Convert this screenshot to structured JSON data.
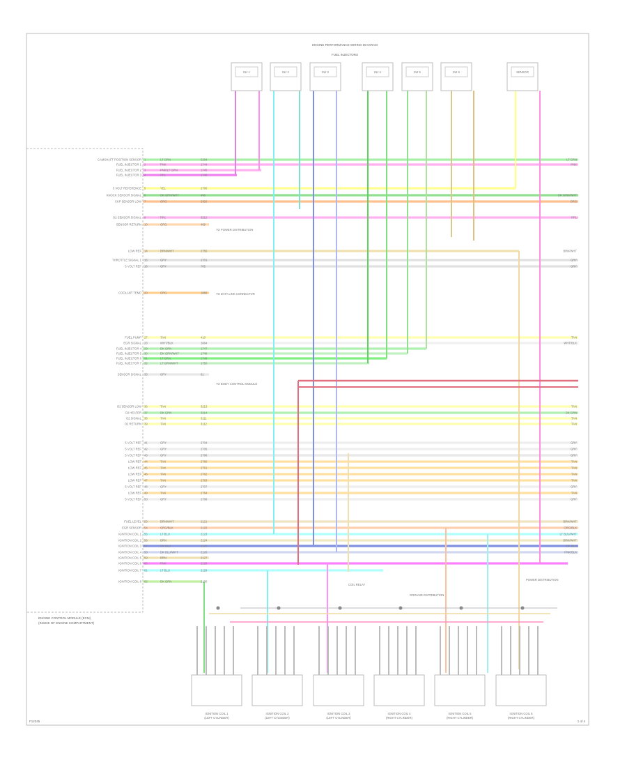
{
  "title": "ENGINE PERFORMANCE WIRING DIAGRAM",
  "page_marker": "1 of 4",
  "module": {
    "name": "ENGINE CONTROL MODULE (ECM)",
    "sub": "(INSIDE OF ENGINE COMPARTMENT)"
  },
  "top_group_label": "FUEL INJECTORS",
  "top_connectors": [
    {
      "label": "INJ 1"
    },
    {
      "label": "INJ 2"
    },
    {
      "label": "INJ 3"
    },
    {
      "label": "INJ 4"
    },
    {
      "label": "INJ 5"
    },
    {
      "label": "INJ 6"
    },
    {
      "label": "SENSOR"
    }
  ],
  "rows": [
    {
      "pin": "1",
      "name": "CAMSHAFT POSITION SENSOR",
      "wire": "LT GRN",
      "circuit": "5284",
      "color": "#a8f0a8",
      "right": "LT GRN"
    },
    {
      "pin": "2",
      "name": "FUEL INJECTOR 1",
      "wire": "PNK",
      "circuit": "1744",
      "color": "#ffb0f0",
      "right": "PNK"
    },
    {
      "pin": "3",
      "name": "FUEL INJECTOR 2",
      "wire": "PNK/LT GRN",
      "circuit": "1745",
      "color": "#ffb0f0",
      "right": ""
    },
    {
      "pin": "4",
      "name": "FUEL INJECTOR 3",
      "wire": "PPL",
      "circuit": "1746",
      "color": "#f080f0",
      "right": ""
    },
    {
      "pin": "5",
      "name": "5 VOLT REFERENCE",
      "wire": "YEL",
      "circuit": "2700",
      "color": "#ffff90",
      "right": ""
    },
    {
      "pin": "6",
      "name": "KNOCK SENSOR SIGNAL",
      "wire": "DK GRN/WHT",
      "circuit": "496",
      "color": "#90e090",
      "right": "DK GRN/WHT"
    },
    {
      "pin": "7",
      "name": "CKP SENSOR LOW",
      "wire": "ORG",
      "circuit": "2302",
      "color": "#ffc090",
      "right": "ORG"
    },
    {
      "pin": "9",
      "name": "O2 SENSOR SIGNAL",
      "wire": "PPL",
      "circuit": "3212",
      "color": "#ffb0f0",
      "right": "PPL"
    },
    {
      "pin": "10",
      "name": "SENSOR RETURN",
      "wire": "ORG",
      "circuit": "469",
      "color": "#ffd8b0",
      "right": ""
    },
    {
      "pin": "14",
      "name": "LOW REF",
      "wire": "BRN/WHT",
      "circuit": "2755",
      "color": "#f0e0b0",
      "right": "BRN/WHT"
    },
    {
      "pin": "15",
      "name": "THROTTLE SIGNAL 1",
      "wire": "GRY",
      "circuit": "2701",
      "color": "#e0e0e0",
      "right": "GRY"
    },
    {
      "pin": "16",
      "name": "5 VOLT REF",
      "wire": "GRY",
      "circuit": "705",
      "color": "#e0e0e0",
      "right": "GRY"
    },
    {
      "pin": "20",
      "name": "COOLANT TEMP",
      "wire": "ORG",
      "circuit": "1868",
      "color": "#ffd090",
      "right": ""
    },
    {
      "pin": "27",
      "name": "FUEL PUMP",
      "wire": "TAN",
      "circuit": "410",
      "color": "#ffffb0",
      "right": "TAN"
    },
    {
      "pin": "28",
      "name": "EGR SIGNAL",
      "wire": "WHT/BLK",
      "circuit": "1664",
      "color": "#f0f0f0",
      "right": "WHT/BLK"
    },
    {
      "pin": "29",
      "name": "FUEL INJECTOR 4",
      "wire": "DK GRN",
      "circuit": "1747",
      "color": "#b0f0b0",
      "right": ""
    },
    {
      "pin": "30",
      "name": "FUEL INJECTOR 5",
      "wire": "DK GRN/WHT",
      "circuit": "1748",
      "color": "#c0f0c0",
      "right": ""
    },
    {
      "pin": "31",
      "name": "FUEL INJECTOR 6",
      "wire": "LT GRN",
      "circuit": "1749",
      "color": "#80f080",
      "right": ""
    },
    {
      "pin": "32",
      "name": "FUEL INJECTOR 7",
      "wire": "LT GRN/WHT",
      "circuit": "1750",
      "color": "#c0f0c0",
      "right": ""
    },
    {
      "pin": "33",
      "name": "SENSOR SIGNAL",
      "wire": "GRY",
      "circuit": "61",
      "color": "#e8e8e8",
      "right": ""
    },
    {
      "pin": "36",
      "name": "O2 SENSOR LOW",
      "wire": "TAN",
      "circuit": "3213",
      "color": "#ffffb0",
      "right": "TAN"
    },
    {
      "pin": "37",
      "name": "O2 HEATER",
      "wire": "DK GRN",
      "circuit": "3214",
      "color": "#b0f0b0",
      "right": "DK GRN"
    },
    {
      "pin": "38",
      "name": "O2 SIGNAL",
      "wire": "TAN",
      "circuit": "3111",
      "color": "#ffffb0",
      "right": "TAN"
    },
    {
      "pin": "39",
      "name": "O2 RETURN",
      "wire": "TAN",
      "circuit": "3112",
      "color": "#ffffb0",
      "right": "TAN"
    },
    {
      "pin": "41",
      "name": "5 VOLT REF",
      "wire": "GRY",
      "circuit": "2704",
      "color": "#eeeeee",
      "right": "GRY"
    },
    {
      "pin": "42",
      "name": "5 VOLT REF",
      "wire": "GRY",
      "circuit": "2705",
      "color": "#eeeeee",
      "right": "GRY"
    },
    {
      "pin": "43",
      "name": "5 VOLT REF",
      "wire": "GRY",
      "circuit": "2706",
      "color": "#e8e8e8",
      "right": "GRY"
    },
    {
      "pin": "44",
      "name": "LOW REF",
      "wire": "TAN",
      "circuit": "2760",
      "color": "#ffe0a0",
      "right": "TAN"
    },
    {
      "pin": "45",
      "name": "LOW REF",
      "wire": "TAN",
      "circuit": "2761",
      "color": "#ffe0a0",
      "right": "TAN"
    },
    {
      "pin": "46",
      "name": "LOW REF",
      "wire": "TAN",
      "circuit": "2762",
      "color": "#ffe0a0",
      "right": "TAN"
    },
    {
      "pin": "47",
      "name": "LOW REF",
      "wire": "TAN",
      "circuit": "2763",
      "color": "#ffe0a0",
      "right": "TAN"
    },
    {
      "pin": "48",
      "name": "5 VOLT REF",
      "wire": "GRY",
      "circuit": "2707",
      "color": "#eeeeee",
      "right": "GRY"
    },
    {
      "pin": "49",
      "name": "LOW REF",
      "wire": "TAN",
      "circuit": "2764",
      "color": "#ffe0a0",
      "right": "TAN"
    },
    {
      "pin": "50",
      "name": "5 VOLT REF",
      "wire": "GRY",
      "circuit": "2708",
      "color": "#eeeeee",
      "right": "GRY"
    },
    {
      "pin": "53",
      "name": "FUEL LEVEL",
      "wire": "BRN/WHT",
      "circuit": "2121",
      "color": "#f0e4c0",
      "right": "BRN/WHT"
    },
    {
      "pin": "54",
      "name": "EGR SENSOR",
      "wire": "ORG/BLK",
      "circuit": "2122",
      "color": "#ffd0b0",
      "right": "ORG/BLK"
    },
    {
      "pin": "55",
      "name": "IGNITION COIL 1",
      "wire": "LT BLU",
      "circuit": "2123",
      "color": "#b0ffff",
      "right": "LT BLU/WHT"
    },
    {
      "pin": "56",
      "name": "IGNITION COIL 2",
      "wire": "BRN",
      "circuit": "2124",
      "color": "#f0e8c0",
      "right": "BRN/WHT"
    },
    {
      "pin": "57",
      "name": "IGNITION COIL 3",
      "wire": "DK BLU",
      "circuit": "2125",
      "color": "#8090e0",
      "right": "DK BLU"
    },
    {
      "pin": "58",
      "name": "IGNITION COIL 4",
      "wire": "DK BLU/WHT",
      "circuit": "2126",
      "color": "#d0d8f0",
      "right": "PNK/BLK"
    },
    {
      "pin": "59",
      "name": "IGNITION COIL 5",
      "wire": "BRN",
      "circuit": "2127",
      "color": "#f0e0b0",
      "right": ""
    },
    {
      "pin": "60",
      "name": "IGNITION COIL 6",
      "wire": "PNK",
      "circuit": "2128",
      "color": "#ff80ff",
      "right": ""
    },
    {
      "pin": "61",
      "name": "IGNITION COIL 7",
      "wire": "LT BLU",
      "circuit": "2129",
      "color": "#b0ffff",
      "right": ""
    },
    {
      "pin": "62",
      "name": "IGNITION COIL 8",
      "wire": "DK GRN",
      "circuit": "2130",
      "color": "#c0f0a0",
      "right": ""
    }
  ],
  "splice_notes": [
    {
      "text": "TO POWER DISTRIBUTION"
    },
    {
      "text": "TO DATA LINK CONNECTOR"
    },
    {
      "text": "TO BODY CONTROL MODULE"
    }
  ],
  "bottom_notes": [
    {
      "text": "COIL RELAY"
    },
    {
      "text": "GROUND DISTRIBUTION"
    },
    {
      "text": "POWER DISTRIBUTION"
    }
  ],
  "coils": [
    {
      "label": "IGNITION COIL 1",
      "sub": "(LEFT CYLINDER)"
    },
    {
      "label": "IGNITION COIL 2",
      "sub": "(LEFT CYLINDER)"
    },
    {
      "label": "IGNITION COIL 3",
      "sub": "(LEFT CYLINDER)"
    },
    {
      "label": "IGNITION COIL 4",
      "sub": "(RIGHT CYLINDER)"
    },
    {
      "label": "IGNITION COIL 5",
      "sub": "(RIGHT CYLINDER)"
    },
    {
      "label": "IGNITION COIL 6",
      "sub": "(RIGHT CYLINDER)"
    }
  ],
  "footer_code": "F12345"
}
